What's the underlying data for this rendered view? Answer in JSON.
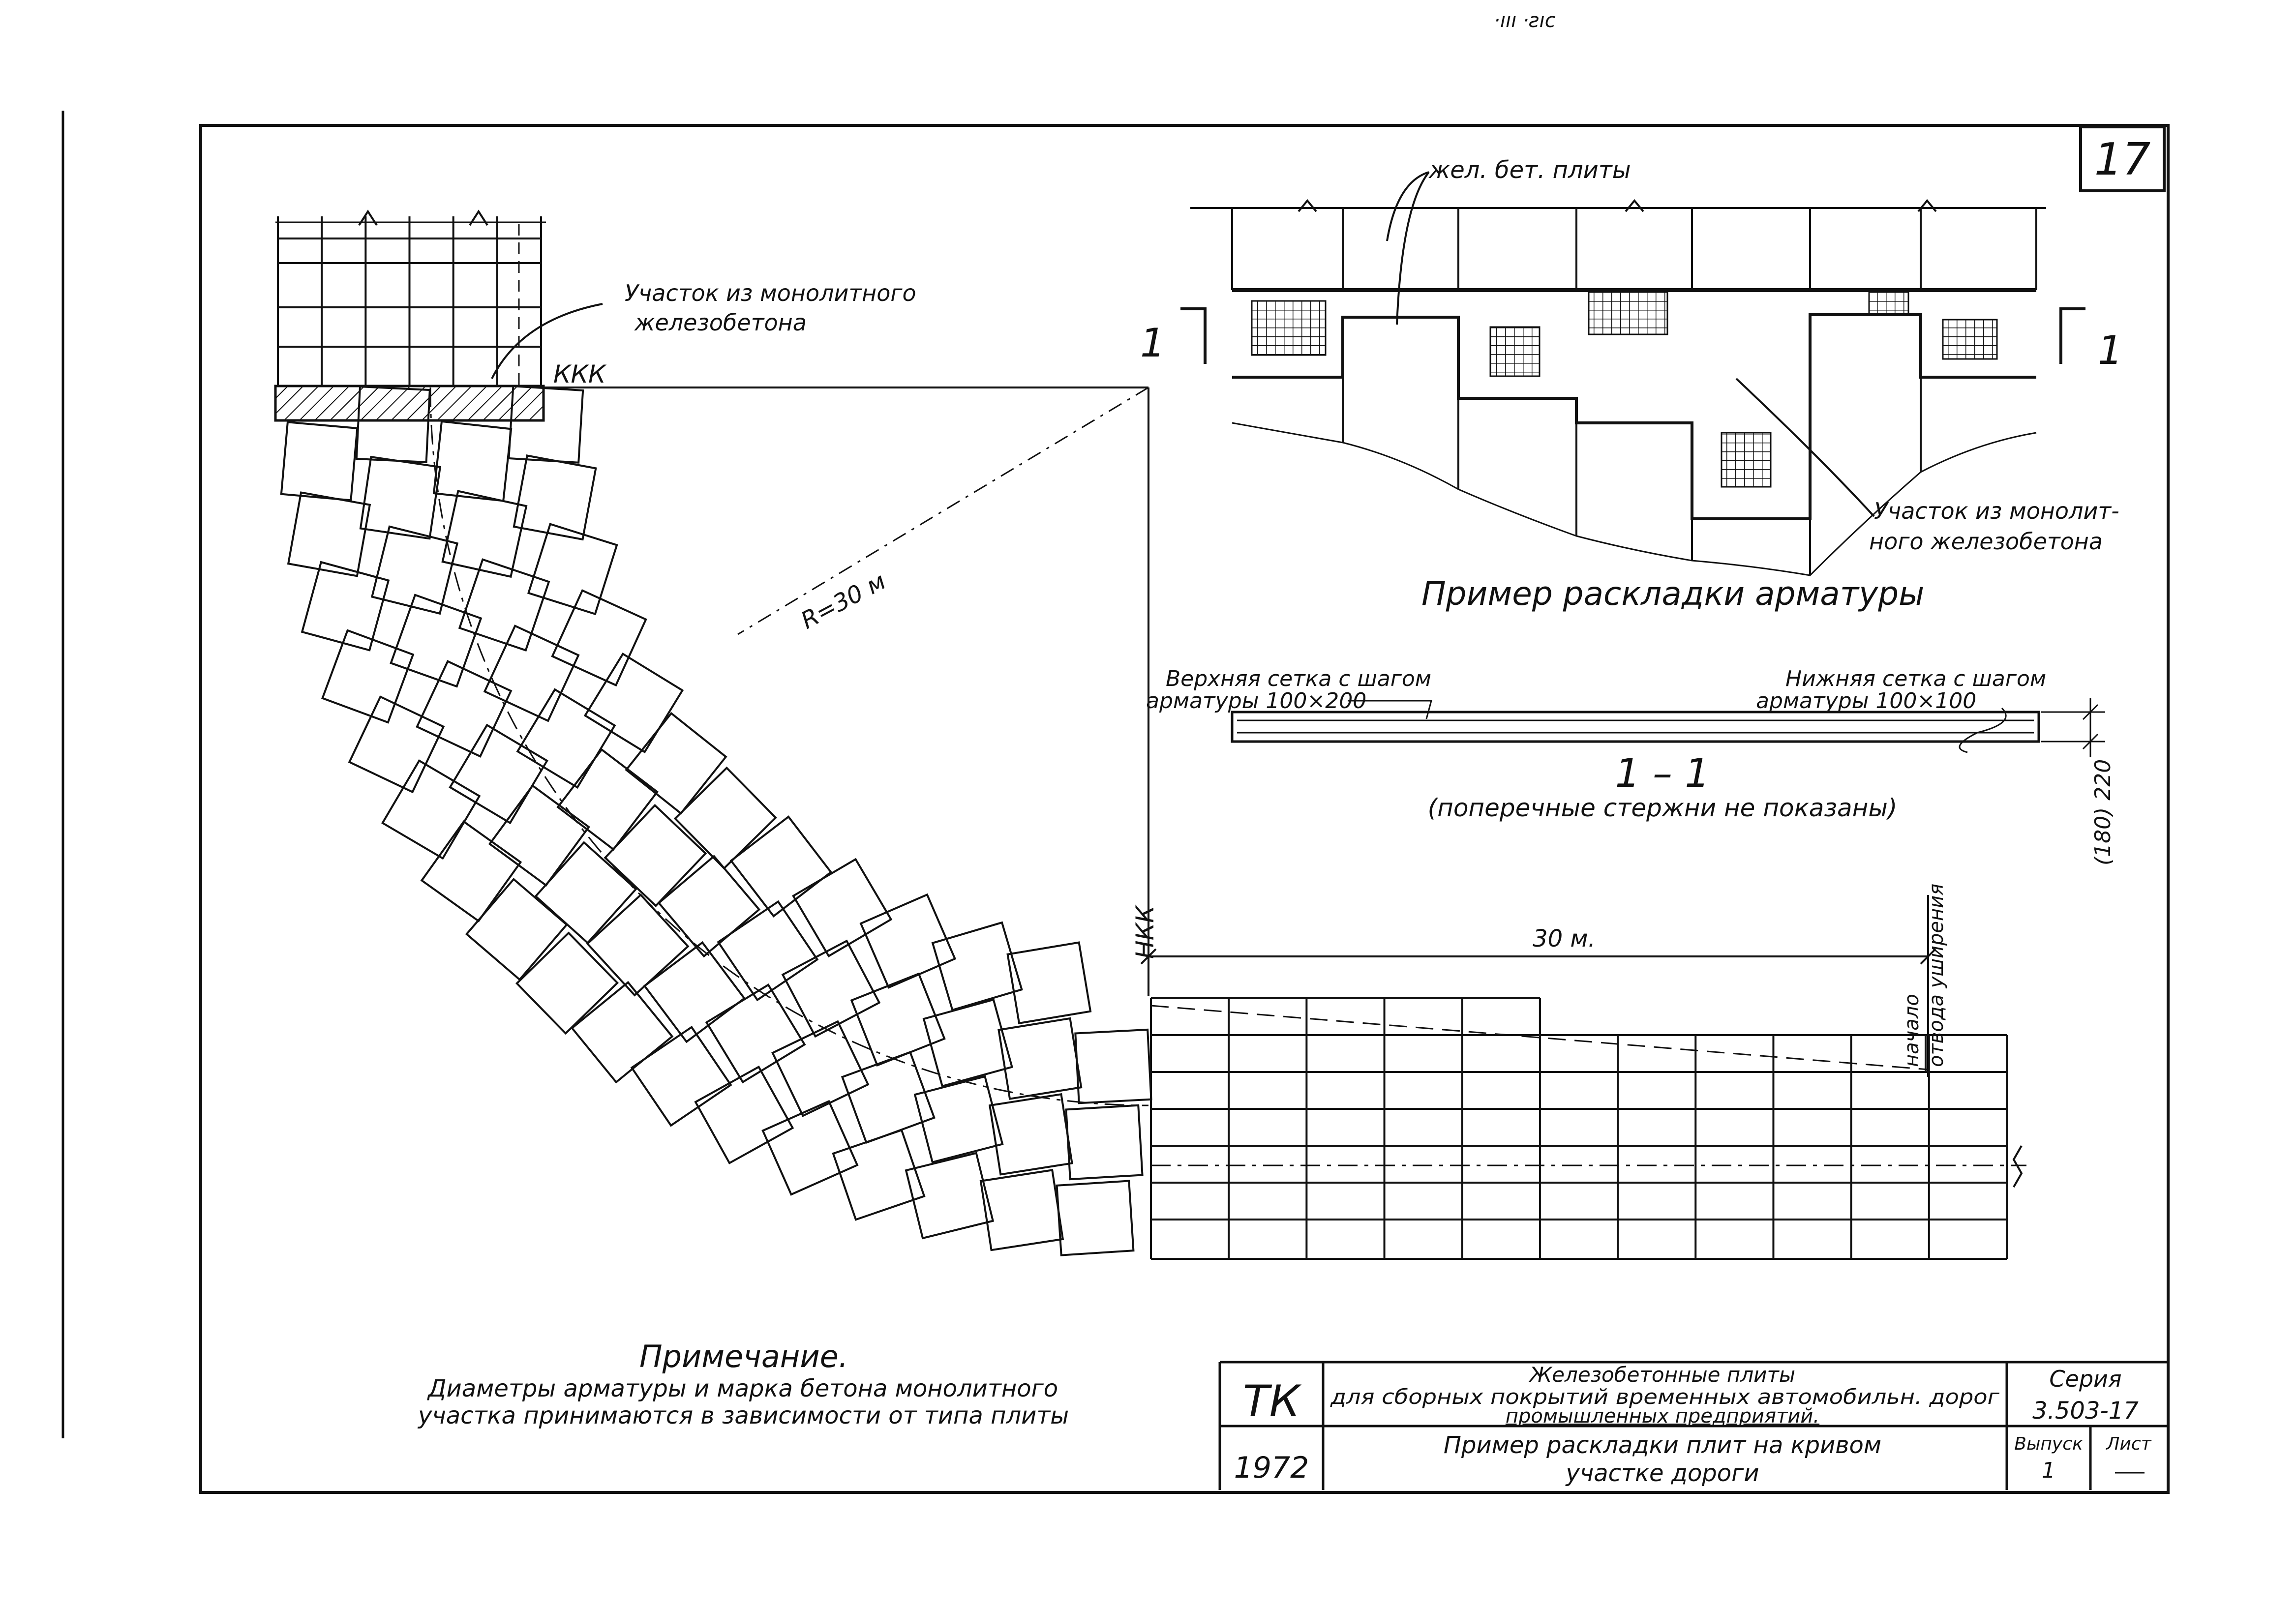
{
  "sheet": {
    "number": "17",
    "corner_mark": "·ııı ·ƨıc",
    "marker_kkk": "ККК",
    "marker_nkk": "НКК",
    "radius_label": "R=30 м",
    "length_label": "30 м.",
    "transition_label_1": "начало",
    "transition_label_2": "отвода уширения"
  },
  "callouts": {
    "monolith_1": "Участок из монолитного",
    "monolith_2": "железобетона",
    "plates": "жел. бет. плиты",
    "monolith_right_1": "Участок из монолит-",
    "monolith_right_2": "ного железобетона"
  },
  "reinforcement": {
    "title": "Пример раскладки арматуры",
    "section_mark": "1",
    "top_mesh_1": "Верхняя сетка с шагом",
    "top_mesh_2": "арматуры 100×200",
    "bottom_mesh_1": "Нижняя сетка с шагом",
    "bottom_mesh_2": "арматуры 100×100",
    "section_title": "1 – 1",
    "section_note": "(поперечные стержни не показаны)",
    "thickness": "(180) 220"
  },
  "note": {
    "heading": "Примечание.",
    "line1": "Диаметры арматуры и марка бетона монолитного",
    "line2": "участка принимаются в зависимости от типа плиты"
  },
  "title_block": {
    "org": "ТК",
    "year": "1972",
    "title_line1": "Железобетонные плиты",
    "title_line2": "для сборных покрытий временных автомобильн. дорог",
    "title_line3": "промышленных предприятий.",
    "sheet_title1": "Пример раскладки плит на кривом",
    "sheet_title2": "участке дороги",
    "series_label": "Серия",
    "series_value": "3.503-17",
    "issue_label": "Выпуск",
    "issue_value": "1",
    "sheet_label": "Лист"
  }
}
